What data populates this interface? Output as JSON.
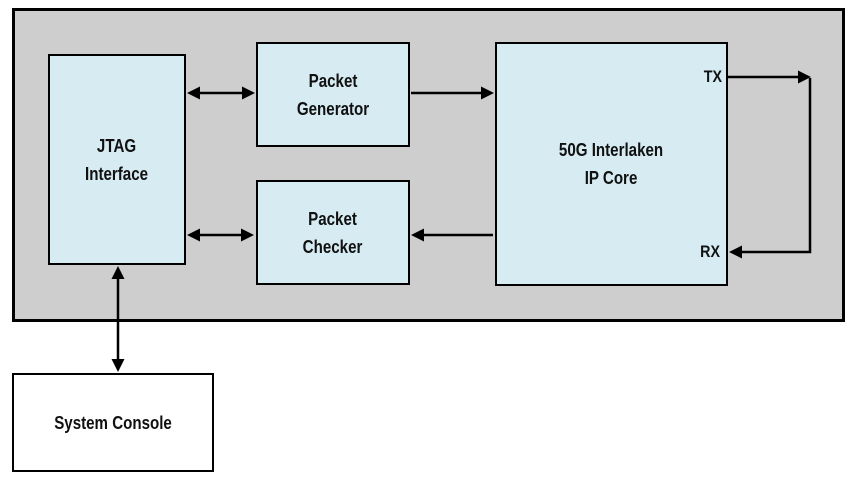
{
  "colors": {
    "container_fill": "#cecece",
    "block_fill": "#d6ebf2",
    "border_color": "#000000",
    "console_fill": "#ffffff",
    "text_color": "#111111"
  },
  "blocks": {
    "jtag_interface": {
      "line1": "JTAG",
      "line2": "Interface"
    },
    "packet_generator": {
      "line1": "Packet",
      "line2": "Generator"
    },
    "packet_checker": {
      "line1": "Packet",
      "line2": "Checker"
    },
    "ip_core": {
      "line1": "50G Interlaken",
      "line2": "IP Core"
    },
    "system_console": {
      "label": "System Console"
    }
  },
  "ports": {
    "tx": "TX",
    "rx": "RX"
  }
}
